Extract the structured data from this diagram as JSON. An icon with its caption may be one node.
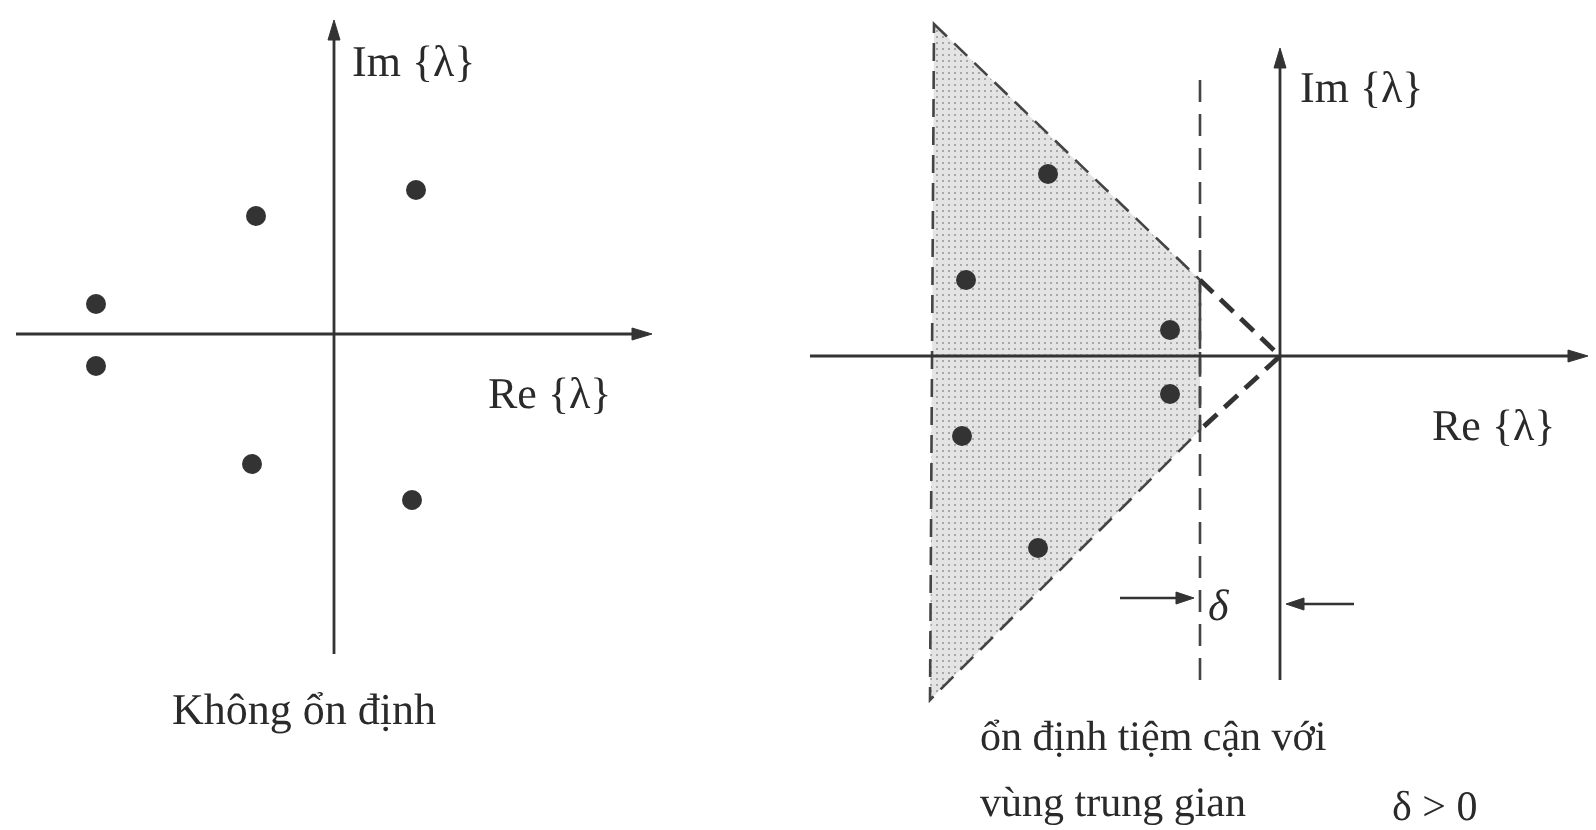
{
  "diagram": {
    "labels": [
      "Im {λ}",
      "Re {λ}",
      "Không ổn định",
      "Im {λ}",
      "Re {λ}",
      "δ",
      "ổn định tiệm cận với vùng trung gian",
      "δ > 0"
    ]
  }
}
